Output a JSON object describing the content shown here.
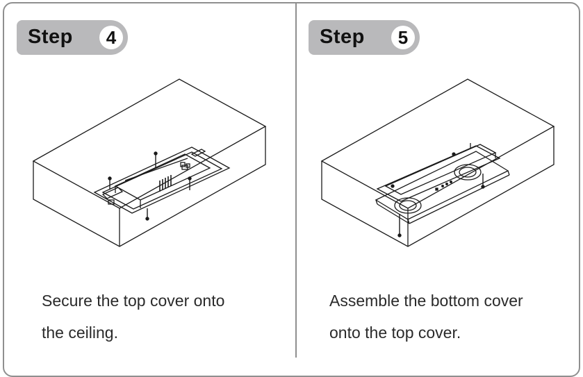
{
  "steps": [
    {
      "label": "Step",
      "number": "4",
      "caption_line1": "Secure the top cover onto",
      "caption_line2": "the ceiling."
    },
    {
      "label": "Step",
      "number": "5",
      "caption_line1": "Assemble the bottom cover",
      "caption_line2": "onto the top cover."
    }
  ],
  "colors": {
    "border": "#8f8f8f",
    "badge_bg": "#b9b9bb",
    "text": "#2a2a2a"
  }
}
